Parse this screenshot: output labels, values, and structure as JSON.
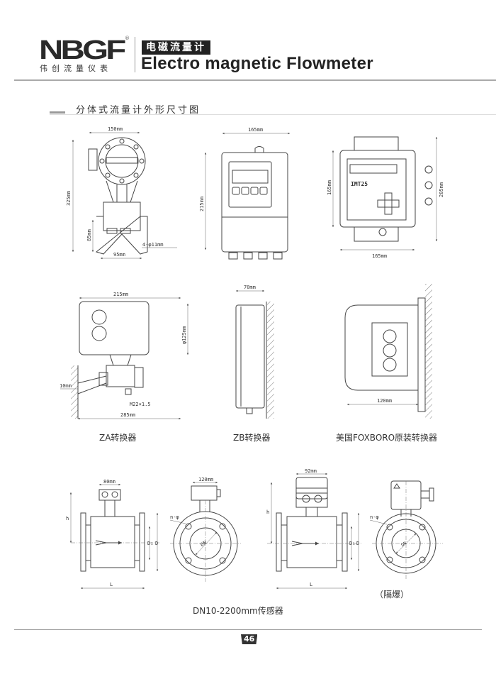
{
  "header": {
    "logo_text": "NBGF",
    "registered_mark": "®",
    "company_cn": "伟创流量仪表",
    "product_cn": "电磁流量计",
    "product_en": "Electro magnetic Flowmeter"
  },
  "section": {
    "title": "分体式流量计外形尺寸图"
  },
  "row1": {
    "d1": {
      "width": "150mm",
      "height": "325mm",
      "bracket_h": "85mm",
      "bracket_w": "95mm",
      "holes": "4-φ11mm"
    },
    "d2": {
      "width": "165mm",
      "height": "215mm"
    },
    "d3": {
      "model": "IMT25",
      "height": "165mm",
      "total_height": "205mm",
      "width": "165mm"
    }
  },
  "row2": {
    "za": {
      "width": "215mm",
      "diameter": "φ125mm",
      "offset": "10mm",
      "thread": "M22×1.5",
      "total": "285mm",
      "caption": "ZA转换器"
    },
    "zb": {
      "depth": "70mm",
      "caption": "ZB转换器"
    },
    "foxboro": {
      "width": "120mm",
      "caption": "美国FOXBORO原装转换器"
    }
  },
  "row3": {
    "s1": {
      "head": "80mm",
      "h": "h",
      "L": "L",
      "D1": "D₁",
      "D": "D"
    },
    "f1": {
      "head": "120mm",
      "holes": "n-φ",
      "dn": "DN"
    },
    "s2": {
      "head": "92mm",
      "h": "h",
      "L": "L",
      "D1": "D₁",
      "D": "D"
    },
    "f2": {
      "holes": "n-φ",
      "dn": "DN",
      "note": "（隔爆）"
    },
    "caption": "DN10-2200mm传感器"
  },
  "footer": {
    "page": "46"
  }
}
